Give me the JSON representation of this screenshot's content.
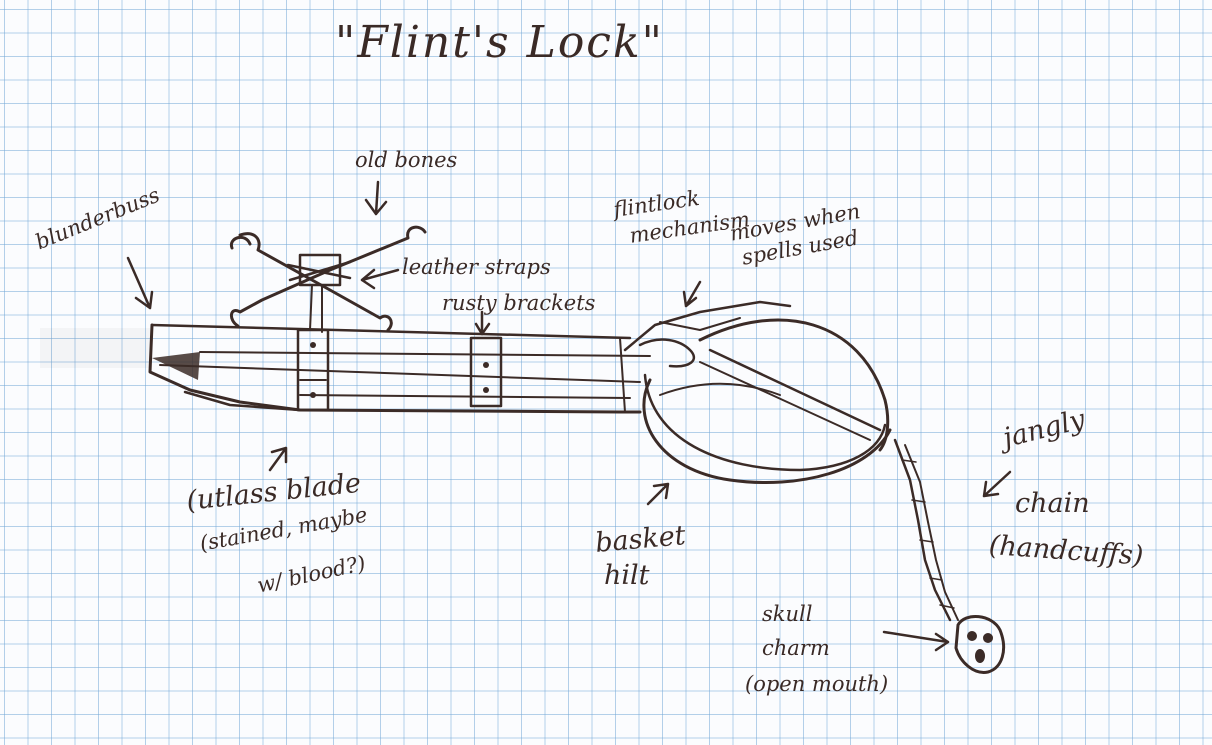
{
  "title": "\"Flint's Lock\"",
  "labels": {
    "old_bones": "old bones",
    "blunderbuss": "blunderbuss",
    "leather_straps": "leather straps",
    "rusty_brackets": "rusty brackets",
    "flintlock_line1": "flintlock",
    "flintlock_line2": "mechanism",
    "moves_line1": "moves when",
    "moves_line2": "spells used",
    "cutlass_line1": "(utlass blade",
    "cutlass_line2": "(stained, maybe",
    "cutlass_line3": "w/ blood?)",
    "basket_line1": "basket",
    "basket_line2": "hilt",
    "jangly_line1": "jangly",
    "jangly_line2": "chain",
    "jangly_line3": "(handcuffs)",
    "skull_line1": "skull",
    "skull_line2": "charm",
    "skull_line3": "(open mouth)"
  },
  "colors": {
    "ink": "#3b2b27",
    "grid": "#78aad7",
    "paper": "#fbfcfe"
  },
  "icons": [
    "crossed-bones-icon",
    "skull-charm-icon",
    "chain-icon"
  ]
}
